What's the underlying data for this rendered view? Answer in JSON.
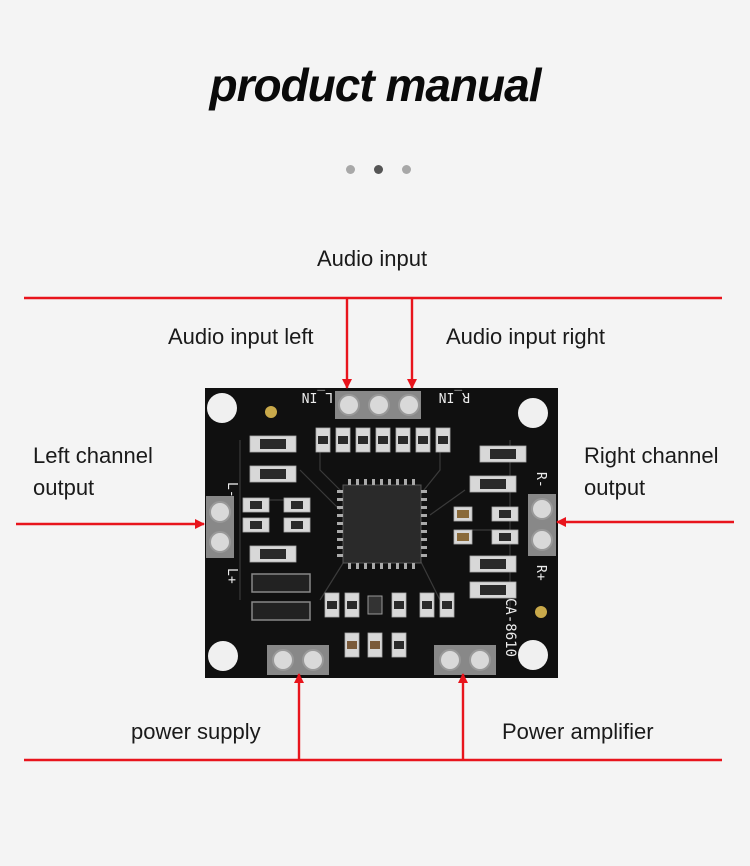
{
  "title": "product manual",
  "carousel": {
    "count": 3,
    "active_index": 1
  },
  "labels": {
    "audio_input": "Audio input",
    "audio_input_left": "Audio input left",
    "audio_input_right": "Audio input right",
    "left_channel_output_line1": "Left channel",
    "left_channel_output_line2": "output",
    "right_channel_output_line1": "Right channel",
    "right_channel_output_line2": "output",
    "power_supply": "power supply",
    "power_amplifier": "Power amplifier"
  },
  "board_silkscreen": {
    "l_in": "L_IN",
    "r_in": "R_IN",
    "l_minus": "L-",
    "l_plus": "L+",
    "r_minus": "R-",
    "r_plus": "R+",
    "model": "CA-8610"
  },
  "colors": {
    "accent_red": "#e8141c",
    "board": "#101010",
    "background": "#f4f4f4"
  }
}
